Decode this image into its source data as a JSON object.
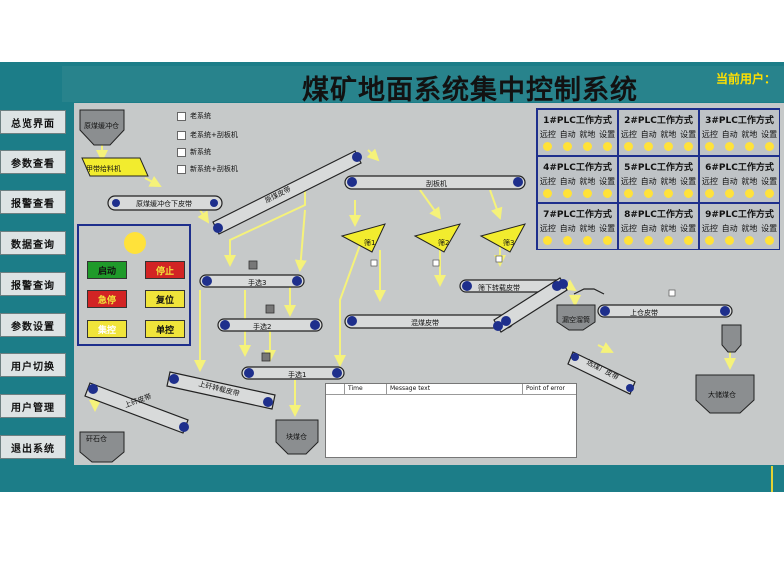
{
  "header": {
    "title": "煤矿地面系统集中控制系统",
    "current_user_label": "当前用户："
  },
  "sidebar": {
    "items": [
      {
        "label": "总览界面"
      },
      {
        "label": "参数查看"
      },
      {
        "label": "报警查看"
      },
      {
        "label": "数据查询"
      },
      {
        "label": "报警查询"
      },
      {
        "label": "参数设置"
      },
      {
        "label": "用户切换"
      },
      {
        "label": "用户管理"
      },
      {
        "label": "退出系统"
      }
    ]
  },
  "legend": {
    "items": [
      {
        "label": "老系统"
      },
      {
        "label": "老系统+刮板机"
      },
      {
        "label": "新系统"
      },
      {
        "label": "新系统+刮板机"
      }
    ]
  },
  "control_panel": {
    "start": "启动",
    "stop": "停止",
    "emergency": "急停",
    "reset": "复位",
    "interlock": "集控",
    "single": "单控",
    "colors": {
      "start": "#1f9a2a",
      "stop": "#d22424",
      "emergency": "#d22424",
      "reset": "#f0e43a",
      "interlock": "#f0e43a",
      "single": "#f0e43a"
    }
  },
  "plc": {
    "modes": [
      "远控",
      "自动",
      "就地",
      "设置"
    ],
    "units": [
      {
        "title": "1#PLC工作方式"
      },
      {
        "title": "2#PLC工作方式"
      },
      {
        "title": "3#PLC工作方式"
      },
      {
        "title": "4#PLC工作方式"
      },
      {
        "title": "5#PLC工作方式"
      },
      {
        "title": "6#PLC工作方式"
      },
      {
        "title": "7#PLC工作方式"
      },
      {
        "title": "8#PLC工作方式"
      },
      {
        "title": "9#PLC工作方式"
      }
    ]
  },
  "equipment": {
    "raw_bunker": "原煤缓冲仓",
    "feeder": "甲带给料机",
    "under_bunker_belt": "原煤缓冲仓下皮带",
    "raw_belt": "原煤皮带",
    "scraper": "刮板机",
    "screen1": "筛1",
    "screen2": "筛2",
    "screen3": "筛3",
    "hand_pick3": "手选3",
    "hand_pick2": "手选2",
    "hand_pick1": "手选1",
    "under_screen_belt": "筛下转载皮带",
    "mixed_belt": "混煤皮带",
    "air_bin": "漏空溜筒",
    "up_bunker_belt": "上仓皮带",
    "big_bunker": "大储煤仓",
    "gangue_transfer": "上矸转载皮带",
    "gangue_belt": "上矸皮带",
    "gangue_bunker": "矸石仓",
    "lump_bunker": "块煤仓",
    "plant_belt": "选煤厂皮带"
  },
  "message_log": {
    "col_time": "Time",
    "col_message": "Message text",
    "col_point": "Point of error"
  },
  "colors": {
    "frame": "#1c7d88",
    "canvas": "#c6c9c9",
    "flow": "#f5f27a",
    "lamp": "#ffe23a",
    "plc_border": "#1e2f8c",
    "title_user": "#ffe000"
  }
}
